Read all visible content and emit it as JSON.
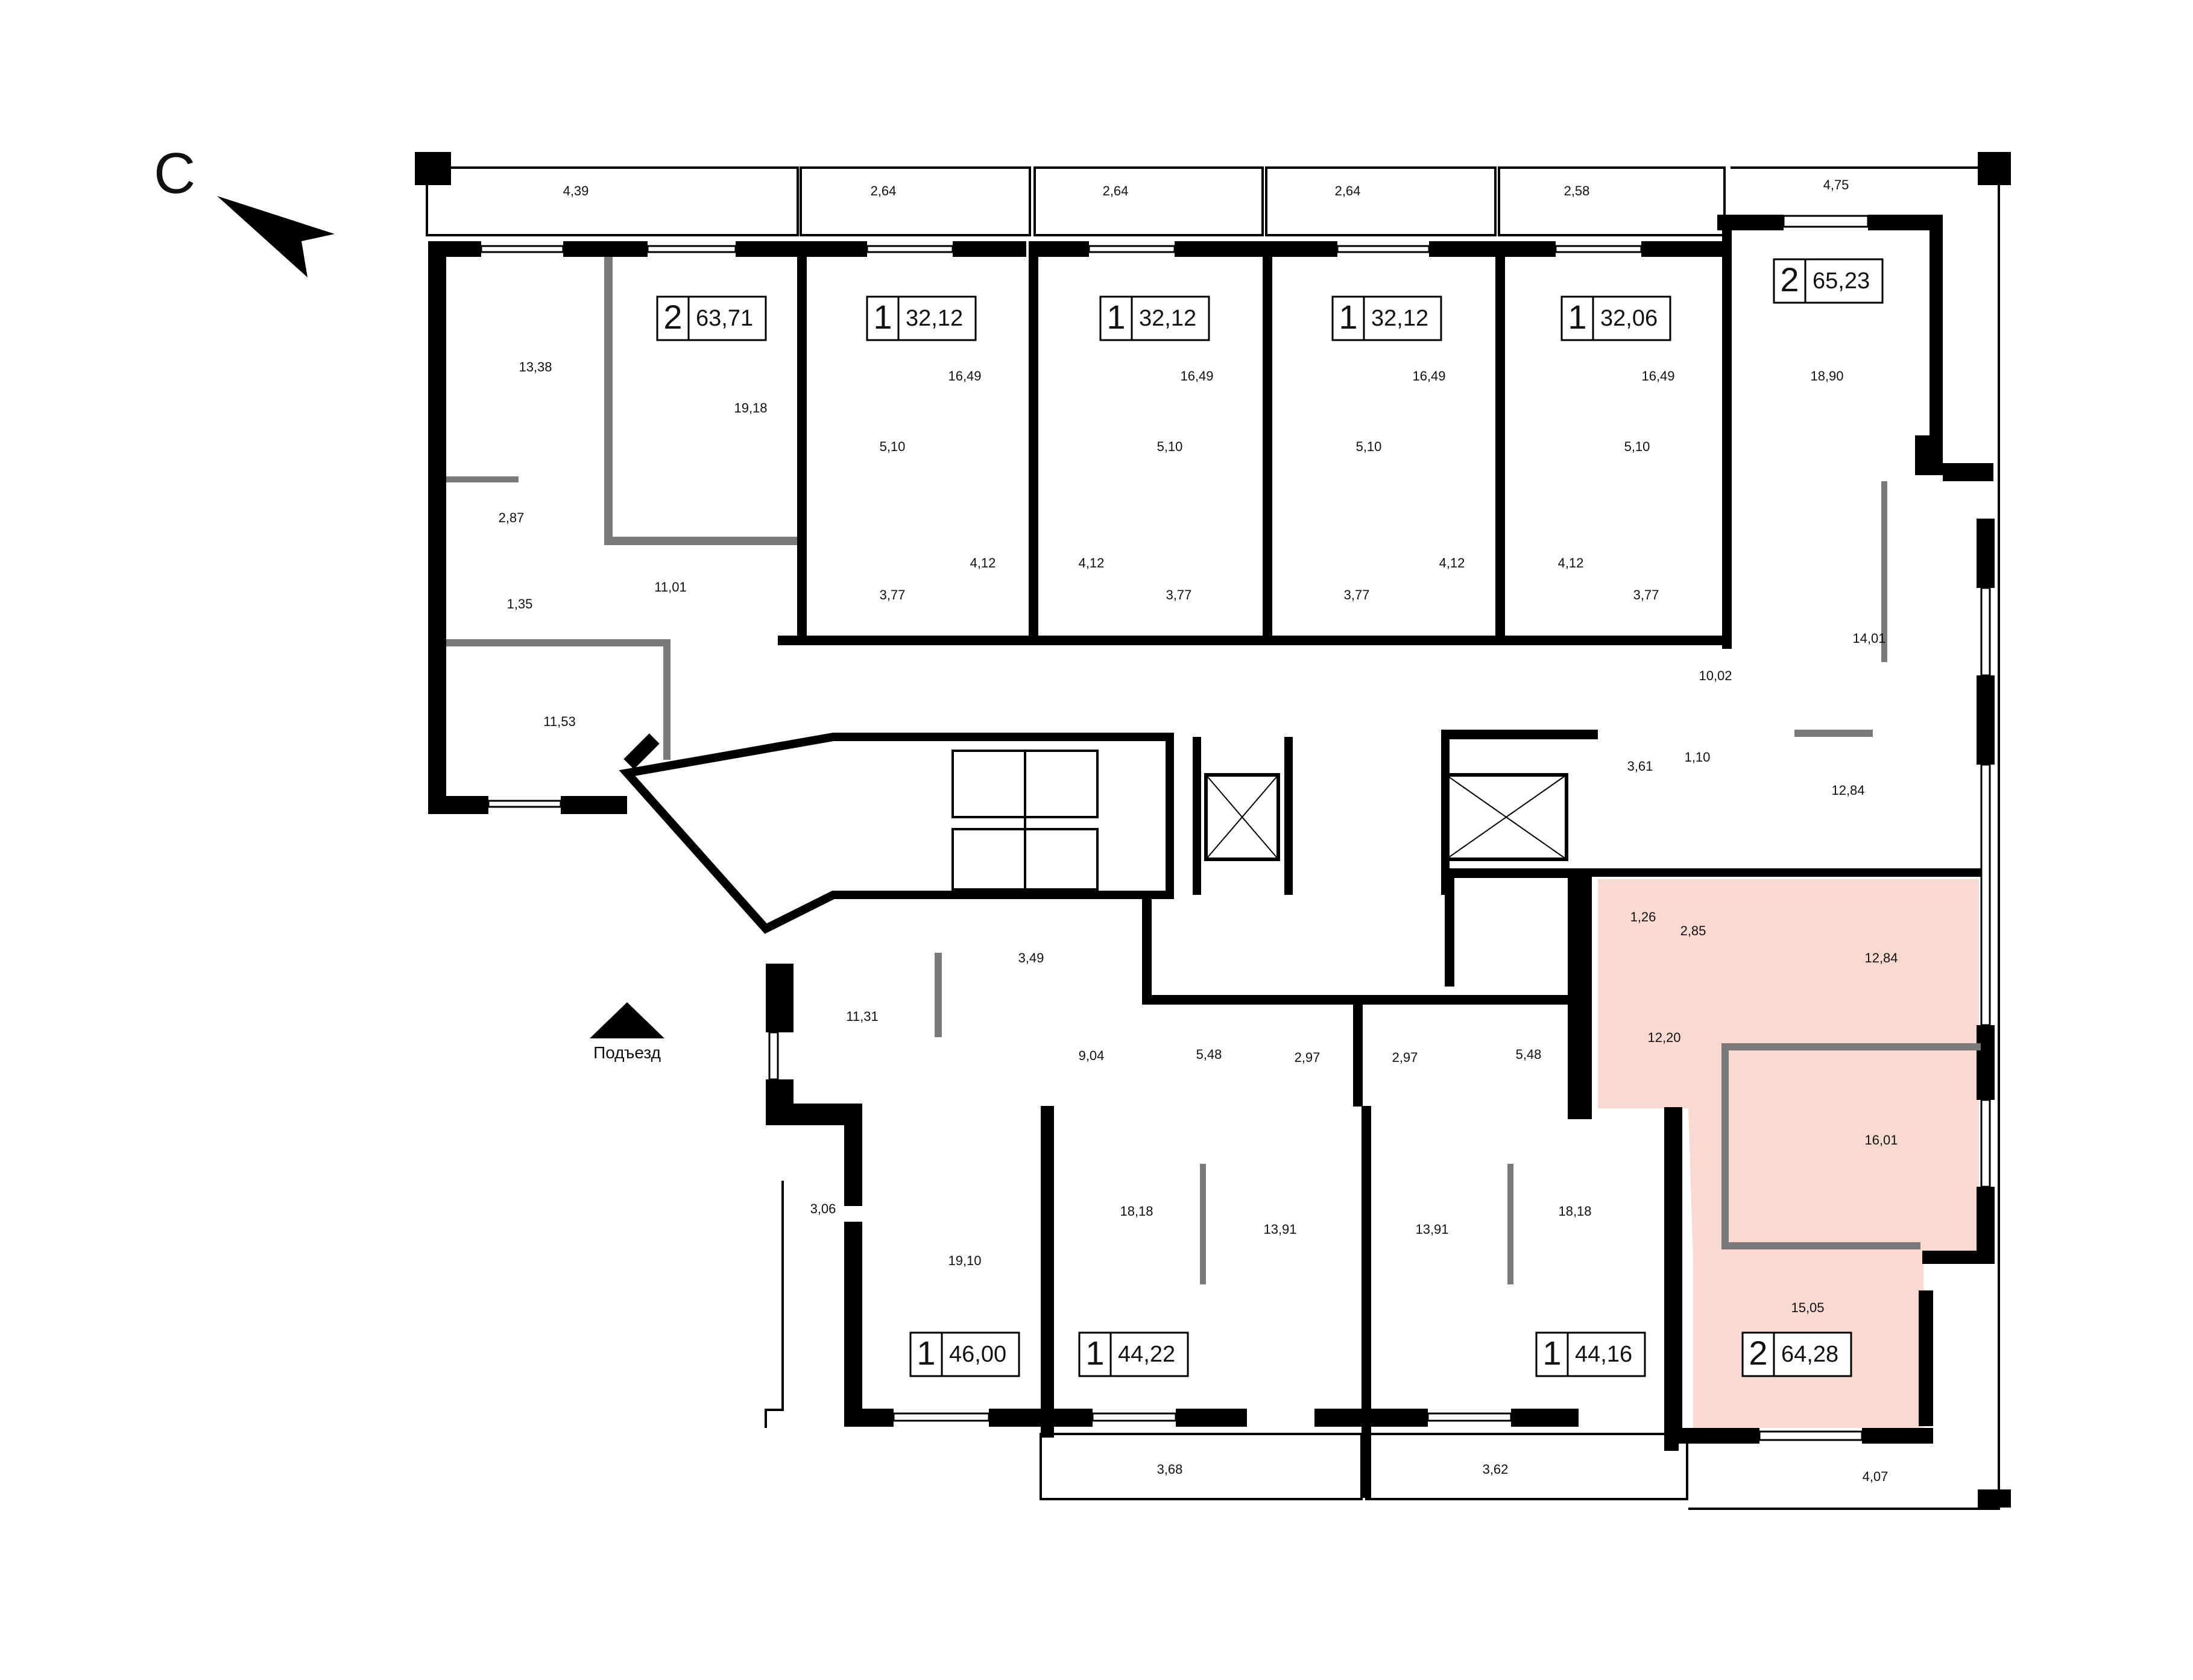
{
  "labels": {
    "compass": "С",
    "entrance": "Подъезд"
  },
  "colors": {
    "wall": "#000000",
    "partition": "#7a7a7a",
    "highlight": "#fad9d0"
  },
  "apartments": [
    {
      "rooms": "2",
      "area": "63,71"
    },
    {
      "rooms": "1",
      "area": "32,12"
    },
    {
      "rooms": "1",
      "area": "32,12"
    },
    {
      "rooms": "1",
      "area": "32,12"
    },
    {
      "rooms": "1",
      "area": "32,06"
    },
    {
      "rooms": "2",
      "area": "65,23"
    },
    {
      "rooms": "1",
      "area": "46,00"
    },
    {
      "rooms": "1",
      "area": "44,22"
    },
    {
      "rooms": "1",
      "area": "44,16"
    },
    {
      "rooms": "2",
      "area": "64,28"
    }
  ],
  "room_areas": [
    "4,39",
    "2,64",
    "2,64",
    "2,64",
    "2,58",
    "4,75",
    "13,38",
    "19,18",
    "16,49",
    "16,49",
    "16,49",
    "16,49",
    "18,90",
    "5,10",
    "5,10",
    "5,10",
    "5,10",
    "2,87",
    "1,35",
    "11,01",
    "3,77",
    "4,12",
    "4,12",
    "3,77",
    "3,77",
    "4,12",
    "4,12",
    "3,77",
    "14,01",
    "10,02",
    "11,53",
    "3,61",
    "1,10",
    "12,84",
    "1,26",
    "2,85",
    "12,84",
    "3,49",
    "11,31",
    "9,04",
    "12,20",
    "5,48",
    "2,97",
    "2,97",
    "5,48",
    "16,01",
    "3,06",
    "18,18",
    "13,91",
    "13,91",
    "18,18",
    "19,10",
    "15,05",
    "3,68",
    "3,62",
    "4,07"
  ]
}
